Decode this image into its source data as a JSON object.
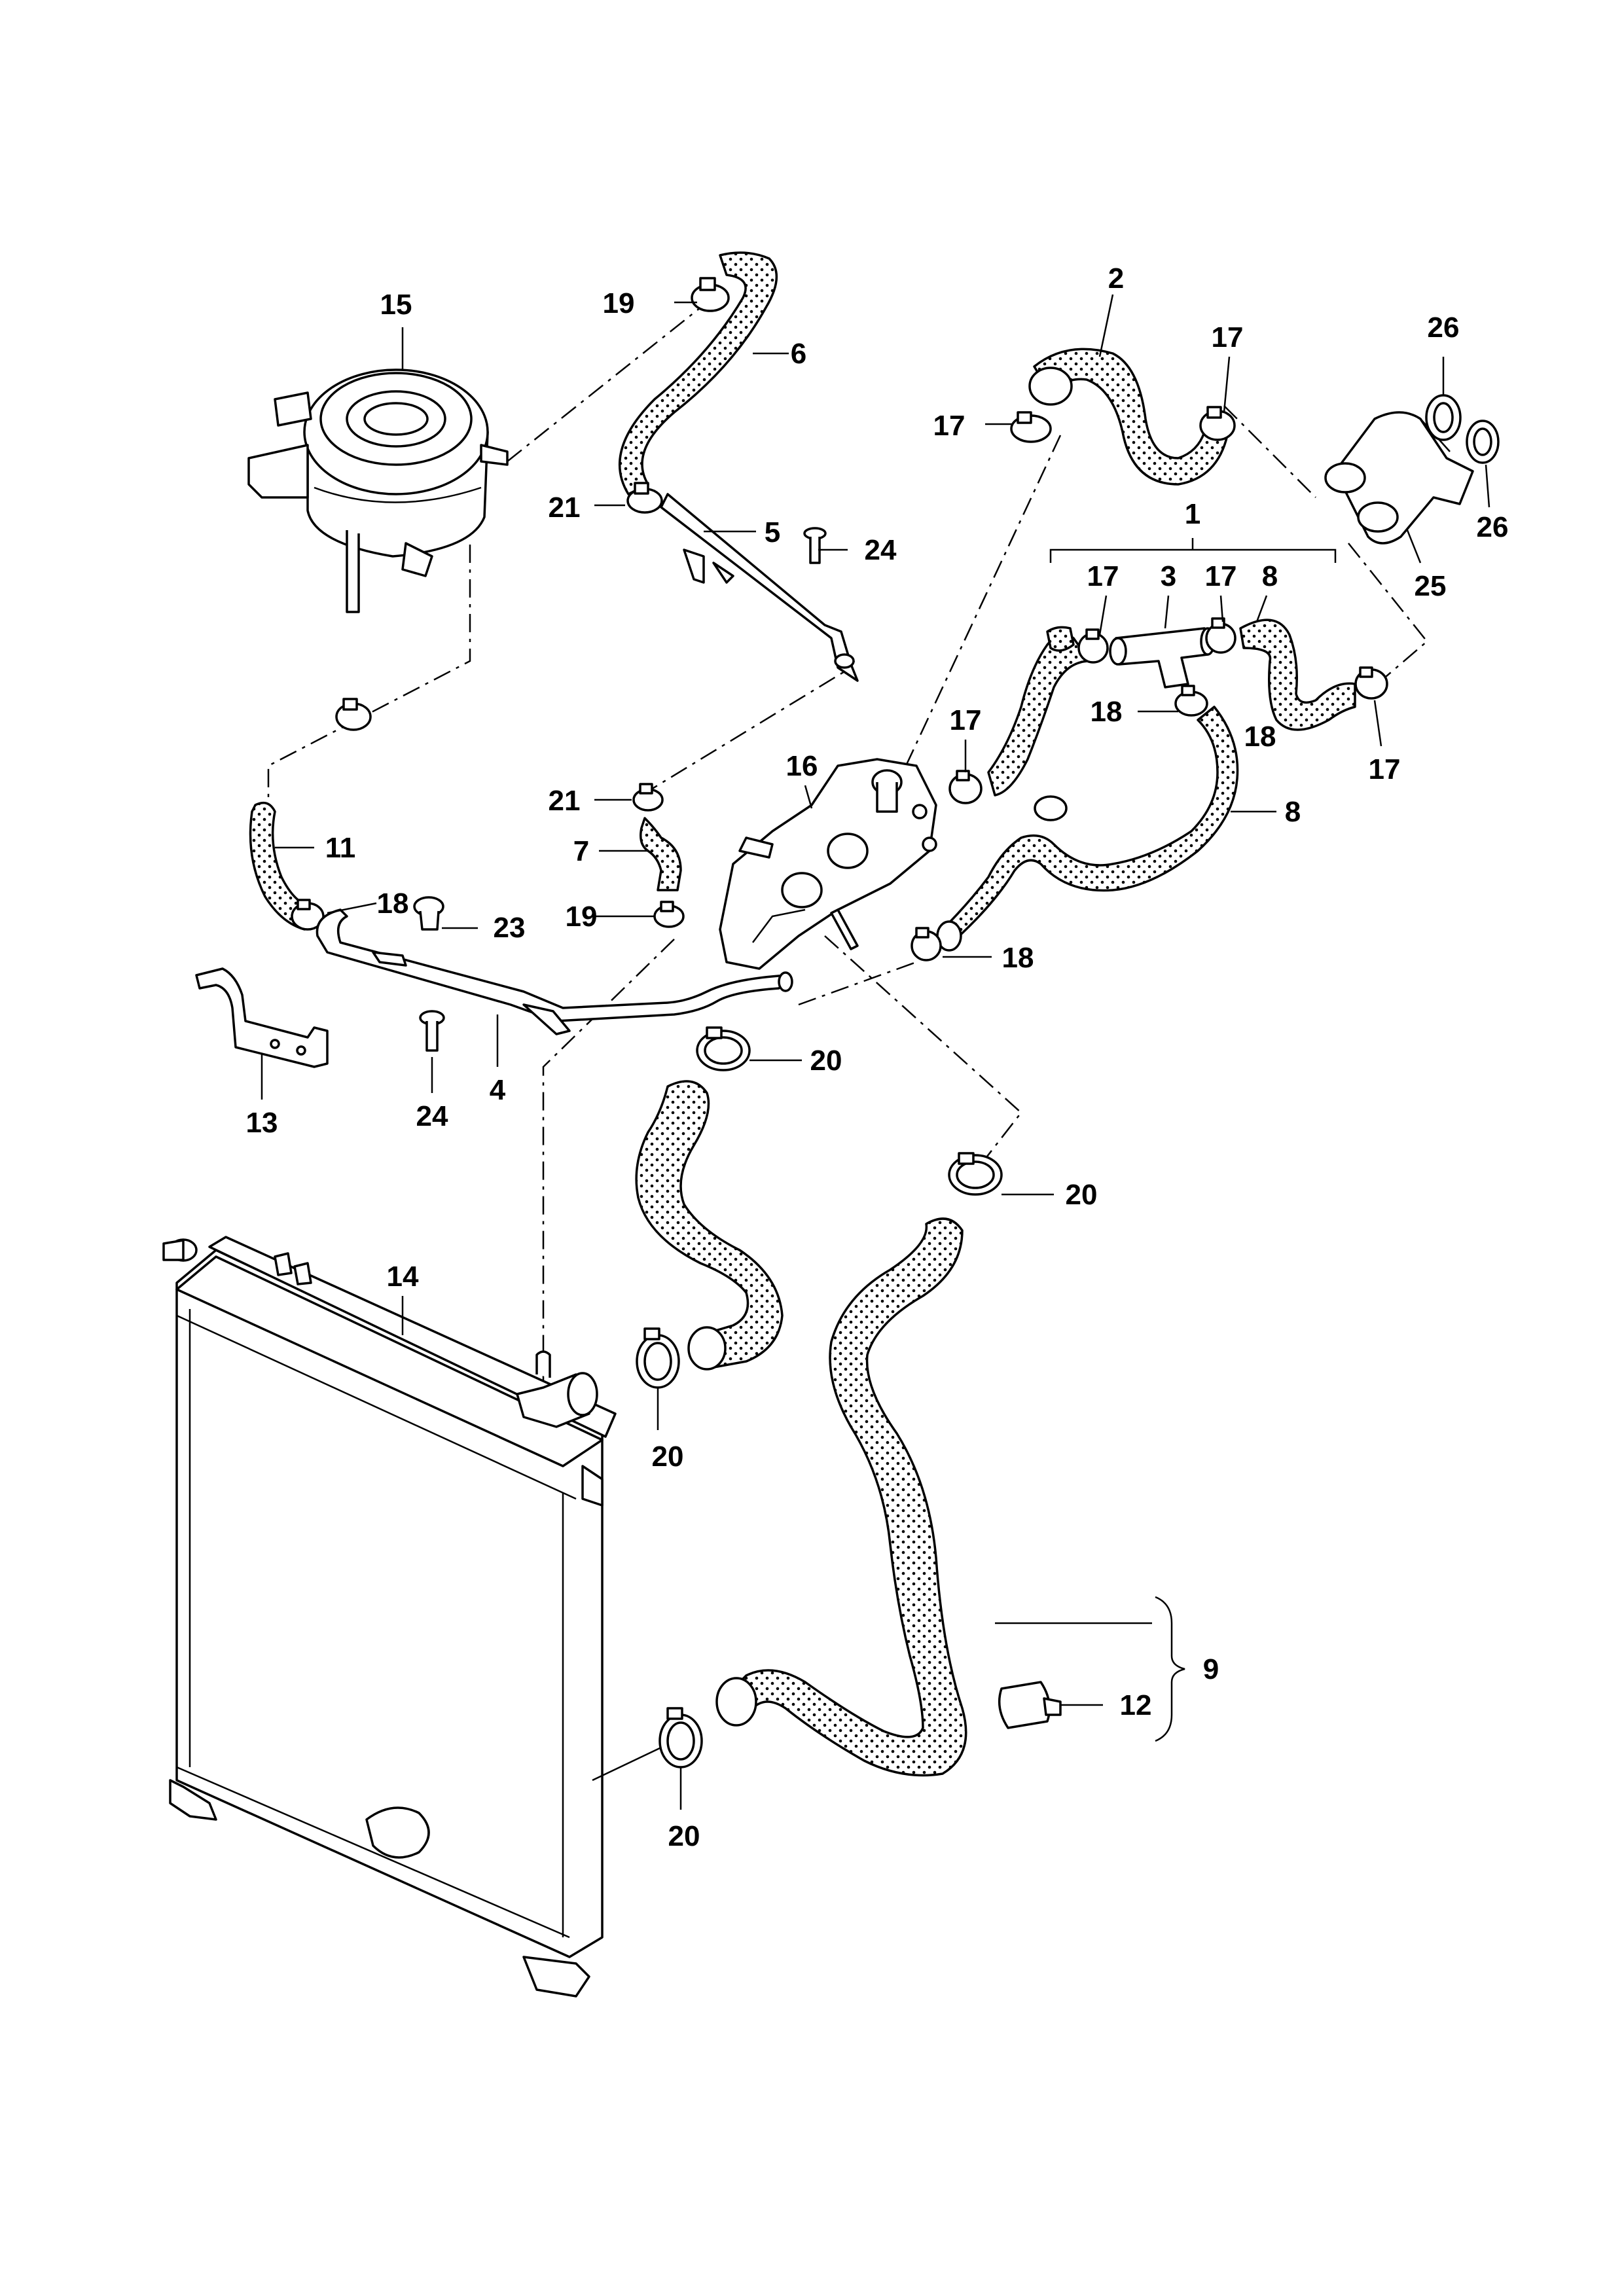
{
  "diagram": {
    "labels": [
      {
        "id": "l15",
        "text": "15"
      },
      {
        "id": "l19a",
        "text": "19"
      },
      {
        "id": "l6",
        "text": "6"
      },
      {
        "id": "l2",
        "text": "2"
      },
      {
        "id": "l17a",
        "text": "17"
      },
      {
        "id": "l17b",
        "text": "17"
      },
      {
        "id": "l26a",
        "text": "26"
      },
      {
        "id": "l26b",
        "text": "26"
      },
      {
        "id": "l25",
        "text": "25"
      },
      {
        "id": "l21a",
        "text": "21"
      },
      {
        "id": "l5",
        "text": "5"
      },
      {
        "id": "l24a",
        "text": "24"
      },
      {
        "id": "l1",
        "text": "1"
      },
      {
        "id": "l17c",
        "text": "17"
      },
      {
        "id": "l3",
        "text": "3"
      },
      {
        "id": "l17d",
        "text": "17"
      },
      {
        "id": "l8a",
        "text": "8"
      },
      {
        "id": "l18a",
        "text": "18"
      },
      {
        "id": "l17e",
        "text": "17"
      },
      {
        "id": "l18b",
        "text": "18"
      },
      {
        "id": "l17f",
        "text": "17"
      },
      {
        "id": "l16",
        "text": "16"
      },
      {
        "id": "l21b",
        "text": "21"
      },
      {
        "id": "l8b",
        "text": "8"
      },
      {
        "id": "l11",
        "text": "11"
      },
      {
        "id": "l7",
        "text": "7"
      },
      {
        "id": "l18c",
        "text": "18"
      },
      {
        "id": "l23",
        "text": "23"
      },
      {
        "id": "l19b",
        "text": "19"
      },
      {
        "id": "l18d",
        "text": "18"
      },
      {
        "id": "l20a",
        "text": "20"
      },
      {
        "id": "l4",
        "text": "4"
      },
      {
        "id": "l13",
        "text": "13"
      },
      {
        "id": "l24b",
        "text": "24"
      },
      {
        "id": "l20b",
        "text": "20"
      },
      {
        "id": "l14",
        "text": "14"
      },
      {
        "id": "l20c",
        "text": "20"
      },
      {
        "id": "l9",
        "text": "9"
      },
      {
        "id": "l12",
        "text": "12"
      },
      {
        "id": "l20d",
        "text": "20"
      }
    ]
  }
}
